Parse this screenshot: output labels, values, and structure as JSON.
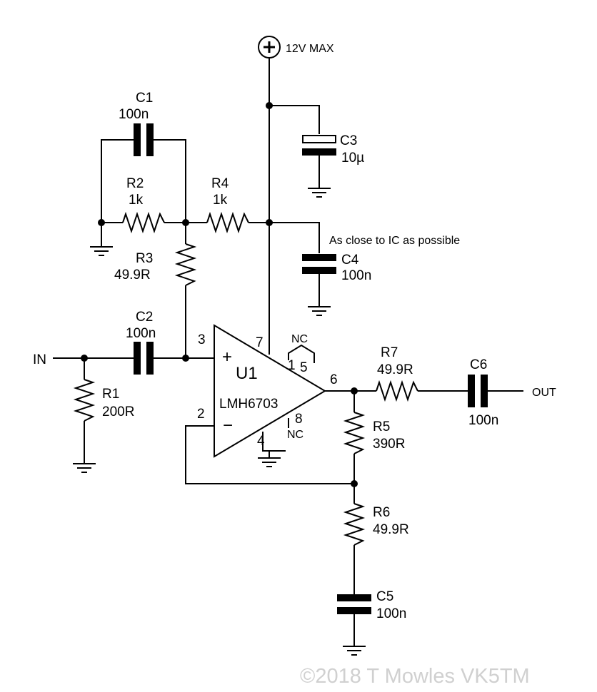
{
  "supply": {
    "label": "12V MAX"
  },
  "note": "As close to IC as possible",
  "opamp": {
    "ref": "U1",
    "part": "LMH6703",
    "pin3": "3",
    "pin2": "2",
    "pin7": "7",
    "pin4": "4",
    "pin6": "6",
    "pin1": "1",
    "pin5": "5",
    "pin8": "8",
    "nc_top": "NC",
    "nc_bottom": "NC",
    "plus": "+",
    "minus": "−"
  },
  "components": {
    "C1": {
      "ref": "C1",
      "value": "100n"
    },
    "C2": {
      "ref": "C2",
      "value": "100n"
    },
    "C3": {
      "ref": "C3",
      "value": "10µ"
    },
    "C4": {
      "ref": "C4",
      "value": "100n"
    },
    "C5": {
      "ref": "C5",
      "value": "100n"
    },
    "C6": {
      "ref": "C6",
      "value": "100n"
    },
    "R1": {
      "ref": "R1",
      "value": "200R"
    },
    "R2": {
      "ref": "R2",
      "value": "1k"
    },
    "R3": {
      "ref": "R3",
      "value": "49.9R"
    },
    "R4": {
      "ref": "R4",
      "value": "1k"
    },
    "R5": {
      "ref": "R5",
      "value": "390R"
    },
    "R6": {
      "ref": "R6",
      "value": "49.9R"
    },
    "R7": {
      "ref": "R7",
      "value": "49.9R"
    }
  },
  "ports": {
    "in": "IN",
    "out": "OUT"
  },
  "copyright": "©2018 T Mowles VK5TM"
}
